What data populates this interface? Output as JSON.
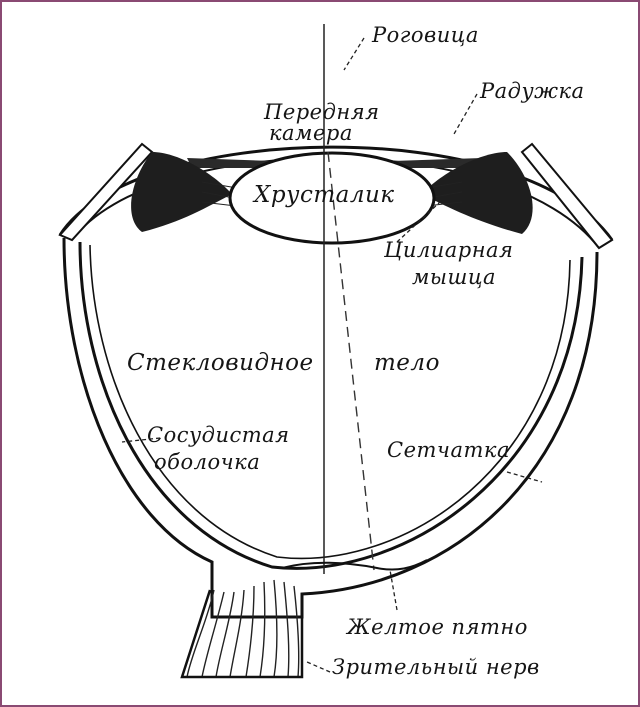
{
  "diagram": {
    "labels": {
      "cornea": "Роговица",
      "anterior_chamber_1": "Передняя",
      "anterior_chamber_2": "камера",
      "iris": "Радужка",
      "lens": "Хрусталик",
      "ciliary_1": "Цилиарная",
      "ciliary_2": "мышца",
      "vitreous_1": "Стекловидное",
      "vitreous_2": "тело",
      "choroid_1": "Сосудистая",
      "choroid_2": "оболочка",
      "retina": "Сетчатка",
      "macula": "Желтое пятно",
      "optic_nerve": "Зрительный нерв"
    }
  }
}
